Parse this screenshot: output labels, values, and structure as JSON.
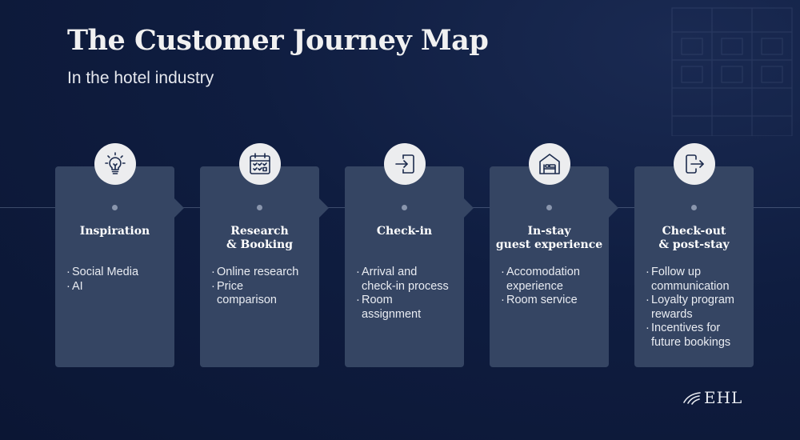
{
  "header": {
    "title": "The Customer Journey Map",
    "subtitle": "In the hotel industry"
  },
  "stages": [
    {
      "title": "Inspiration",
      "icon": "lightbulb-icon",
      "bullets": [
        "Social Media",
        "AI"
      ]
    },
    {
      "title": "Research\n& Booking",
      "icon": "calendar-icon",
      "bullets": [
        "Online research",
        "Price\ncomparison"
      ]
    },
    {
      "title": "Check-in",
      "icon": "login-door-icon",
      "bullets": [
        "Arrival and\ncheck-in process",
        "Room\nassignment"
      ]
    },
    {
      "title": "In-stay\nguest experience",
      "icon": "hotel-bed-icon",
      "bullets": [
        "Accomodation\nexperience",
        "Room service"
      ]
    },
    {
      "title": "Check-out\n& post-stay",
      "icon": "logout-door-icon",
      "bullets": [
        "Follow up\ncommunication",
        "Loyalty program\nrewards",
        "Incentives for\nfuture bookings"
      ]
    }
  ],
  "logo": {
    "text": "EHL"
  },
  "colors": {
    "background": "#0f1d40",
    "card": "#354563",
    "icon_circle": "#ecedef",
    "icon_stroke": "#1c2b4d"
  }
}
